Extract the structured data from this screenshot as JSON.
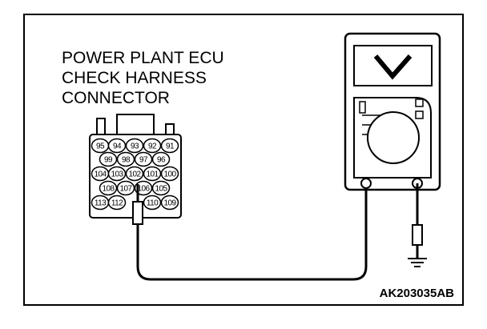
{
  "connector": {
    "title_lines": [
      "POWER PLANT ECU",
      "CHECK HARNESS",
      "CONNECTOR"
    ],
    "pin_rows": [
      [
        "95",
        "94",
        "93",
        "92",
        "91"
      ],
      [
        "99",
        "98",
        "97",
        "96"
      ],
      [
        "104",
        "103",
        "102",
        "101",
        "100"
      ],
      [
        "108",
        "107",
        "106",
        "105"
      ],
      [
        "113",
        "112",
        "110",
        "109"
      ]
    ]
  },
  "figure_code": "AK203035AB"
}
